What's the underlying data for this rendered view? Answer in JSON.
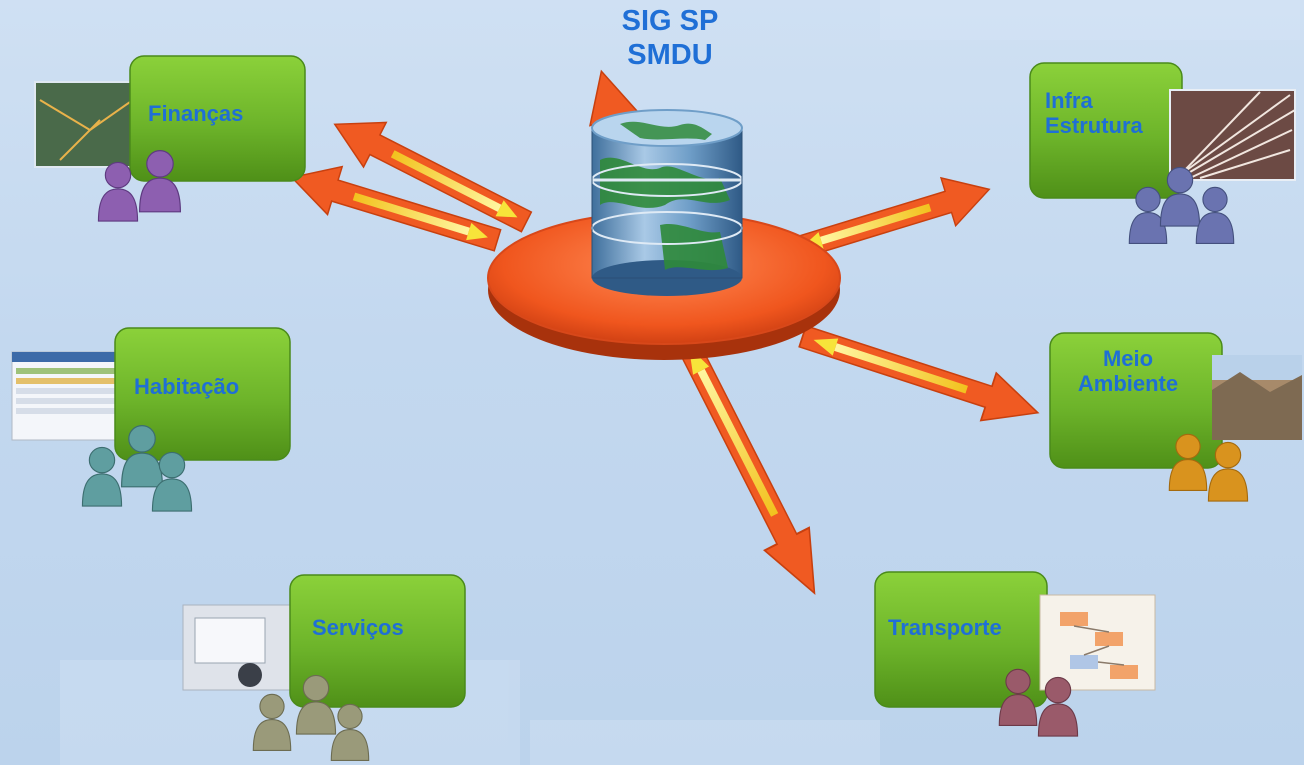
{
  "hub": {
    "title_line1": "SIG SP",
    "title_line2": "SMDU",
    "icon": "database-globe-icon"
  },
  "nodes": [
    {
      "id": "financas",
      "label": "Finanças",
      "photo": "satellite-map-photo",
      "people_color": "#8d5fb0",
      "people_count": 2
    },
    {
      "id": "habitacao",
      "label": "Habitação",
      "photo": "spreadsheet-screenshot",
      "people_color": "#5f9ea0",
      "people_count": 3
    },
    {
      "id": "servicos",
      "label": "Serviços",
      "photo": "printer-photo",
      "people_color": "#9a9a7a",
      "people_count": 3
    },
    {
      "id": "infra",
      "label_line1": "Infra",
      "label_line2": "Estrutura",
      "photo": "fiber-optics-photo",
      "people_color": "#6a73b0",
      "people_count": 3
    },
    {
      "id": "meio",
      "label_line1": "Meio",
      "label_line2": "Ambiente",
      "photo": "landscape-photo",
      "people_color": "#d9931e",
      "people_count": 2
    },
    {
      "id": "transporte",
      "label": "Transporte",
      "photo": "flowchart-screenshot",
      "people_color": "#9a5a6a",
      "people_count": 2
    }
  ],
  "colors": {
    "node_green": "#6db42a",
    "label_blue": "#1f6fd6",
    "arrow_orange": "#f05a22",
    "arrow_yellow": "#f7e43a"
  }
}
